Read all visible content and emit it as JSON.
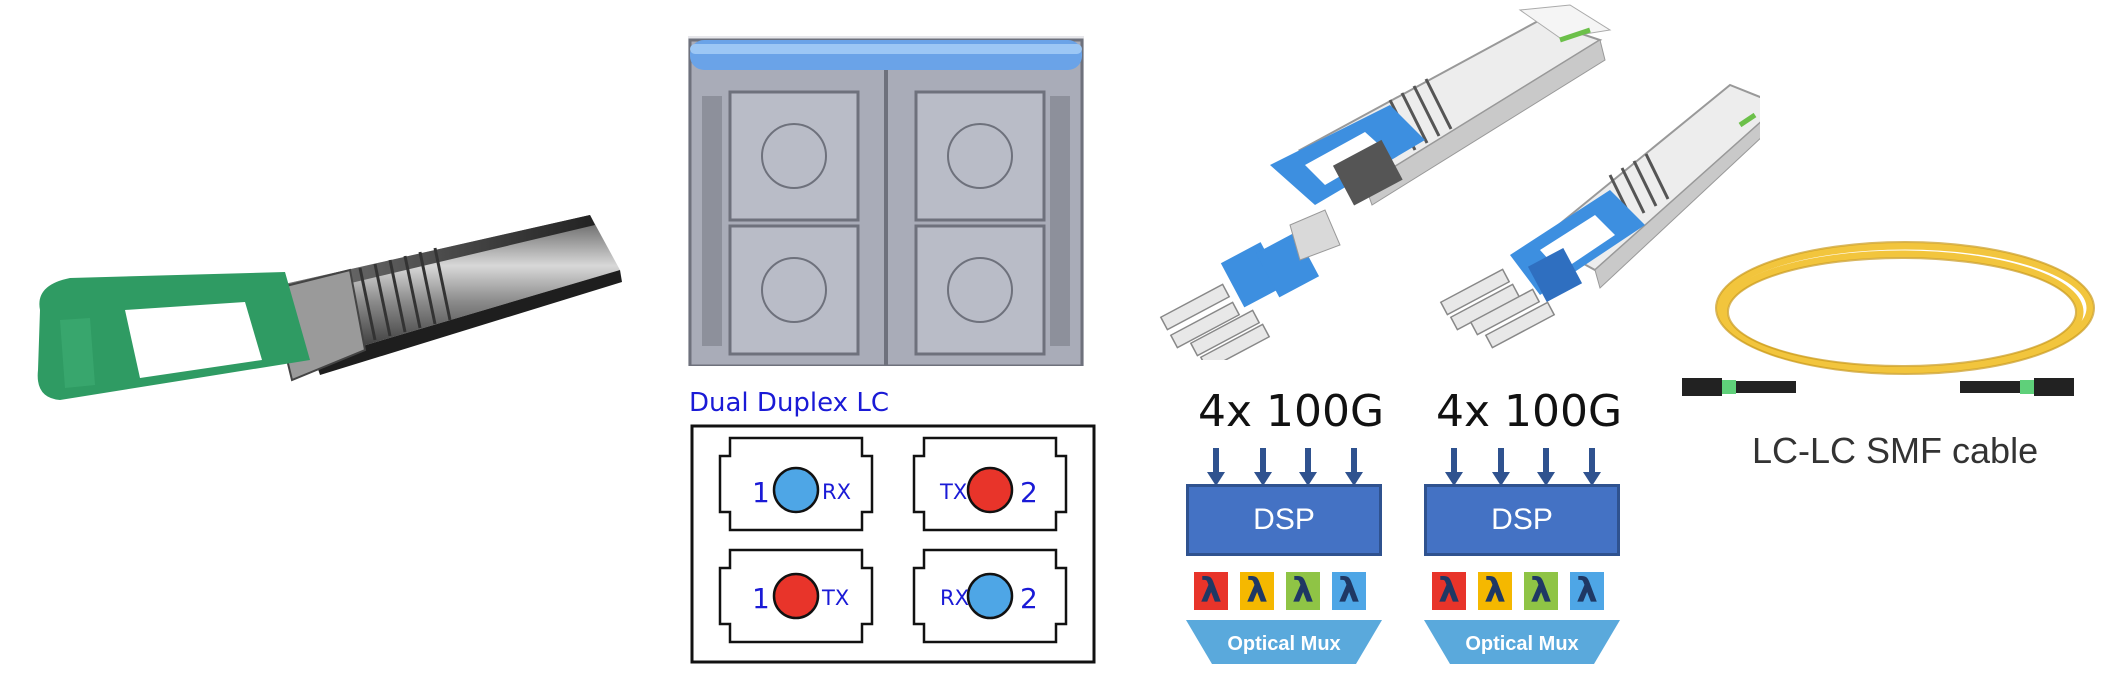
{
  "duplex": {
    "title": "Dual Duplex LC",
    "ports": [
      {
        "num": "1",
        "role": "RX",
        "color": "#4ea6e6"
      },
      {
        "num": "2",
        "role": "TX",
        "color": "#e8342a"
      },
      {
        "num": "1",
        "role": "TX",
        "color": "#e8342a"
      },
      {
        "num": "2",
        "role": "RX",
        "color": "#4ea6e6"
      }
    ]
  },
  "dsp_units": [
    {
      "rate": "4x 100G",
      "dsp": "DSP",
      "mux": "Optical Mux",
      "lambda": "λ"
    },
    {
      "rate": "4x 100G",
      "dsp": "DSP",
      "mux": "Optical Mux",
      "lambda": "λ"
    }
  ],
  "lambda_colors": [
    "#e8342a",
    "#f5b800",
    "#8fc445",
    "#4ea6e6"
  ],
  "colors": {
    "tab_green": "#2f9b63",
    "latch_blue": "#3d8fe0",
    "cable_yellow": "#f2c53d",
    "dsp_blue": "#4472c4"
  },
  "cable": {
    "label": "LC-LC SMF cable"
  }
}
